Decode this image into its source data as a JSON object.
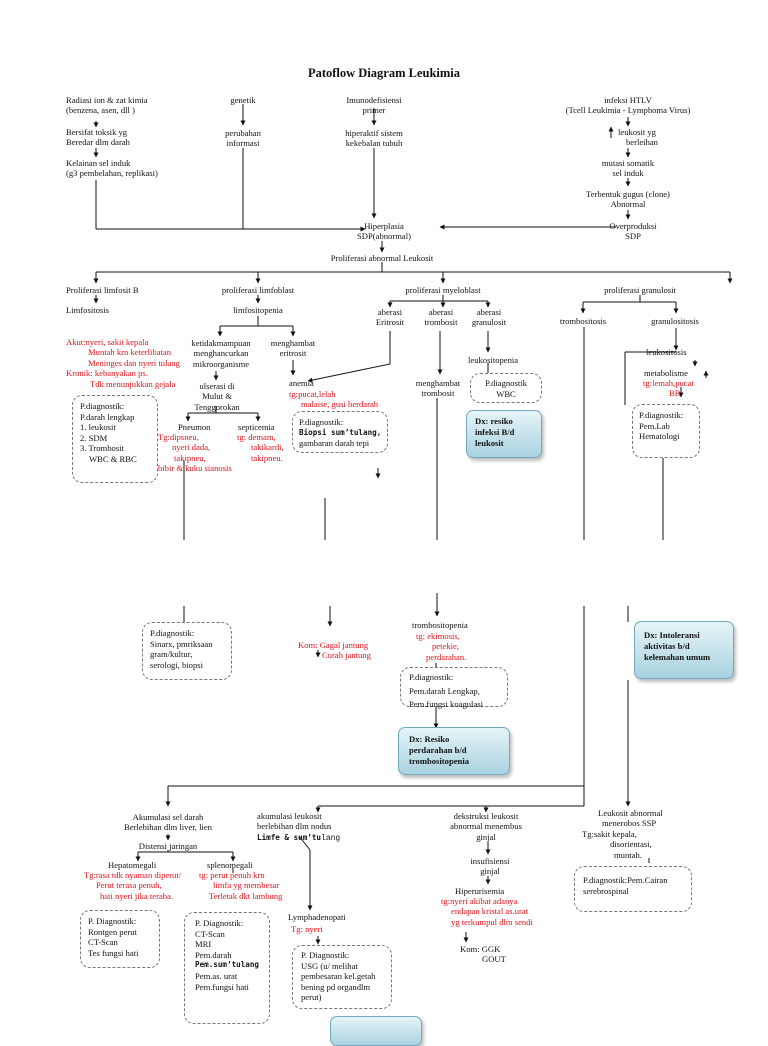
{
  "title": "Patoflow Diagram Leukimia",
  "causes": {
    "radiasi_1": "Radiasi ion & zat kimia",
    "radiasi_2": "(benzena, asen, dll )",
    "toksik_1": "Bersifat toksik yg",
    "toksik_2": "Beredar dlm darah",
    "kelainan_1": "Kelainan sel induk",
    "kelainan_2": "(g3 pembelahan, replikasi)",
    "genetik": "genetik",
    "perubahan_1": "perubahan",
    "perubahan_2": "informasi",
    "imuno_1": "Imunodefisiensi",
    "imuno_2": "primer",
    "hiperaktif_1": "hiperaktif sistem",
    "hiperaktif_2": "kekebalan tubuh",
    "htlv_1": "infeksi HTLV",
    "htlv_2": "(Tcell Leukimia - Lymphoma Virus)",
    "leuk_1": "leukosit yg",
    "leuk_2": "berleihan",
    "mutasi_1": "mutasi somatik",
    "mutasi_2": "sel induk",
    "gugus_1": "Terbentuk gugus (clone)",
    "gugus_2": "Abnormal",
    "over_1": "Overproduksi",
    "over_2": "SDP"
  },
  "center": {
    "hiper_1": "Hiperplasia",
    "hiper_2": "SDP(abnormal)",
    "prolif": "Proliferasi abnormal Leukosit"
  },
  "b": {
    "title": "Proliferasi limfosit B",
    "sub": "Limfositosis",
    "akut_1": "Akut:nyeri, sakit kepala",
    "akut_2": "Muntah krn keterlibatan",
    "akut_3": "Meninges dan nyeri tulang",
    "kronik_1": "Kronik: kebanyakan ps.",
    "kronik_2": "Tdk menunjukkan gejala",
    "pd_1": "P.diagnostik:",
    "pd_2": "P.darah lengkap",
    "pd_3": "1.   leukosit",
    "pd_4": "2.   SDM",
    "pd_5": "3.   Trombosit",
    "pd_6": "WBC & RBC"
  },
  "lb": {
    "title": "proliferasi limfoblast",
    "sub": "limfositopenia",
    "ketidak_1": "ketidakmampuan",
    "ketidak_2": "menghancurkan",
    "ketidak_3": "mikroorganisme",
    "ulser_1": "ulserasi di",
    "ulser_2": "Mulut &",
    "ulser_3": "Tenggorokan",
    "pneumon": "Pneumon",
    "pn_1": "Tg:dipsneu,",
    "pn_2": "nyeri dada,",
    "pn_3": "takipneu,",
    "pn_4": "bibir & kuku sianosis",
    "septi": "septicemia",
    "se_1": "tg: demam,",
    "se_2": "takikardi,",
    "se_3": "takipneu.",
    "menghambat_1": "menghambat",
    "menghambat_2": "eritrosit",
    "anemia": "anemia",
    "an_1": "tg:pucat,lelah",
    "an_2": "malaise, gusi berdarah",
    "an_pd_1": "P.diagnostik:",
    "an_pd_2": "Biopsi sum’tulang,",
    "an_pd_3": "gambaran darah tepi",
    "sep_pd_1": "P.diagnostik:",
    "sep_pd_2": "Sinarx, pmriksaan",
    "sep_pd_3": "gram/kultur,",
    "sep_pd_4": "serologi, biopsi",
    "kom_1": "Kom: Gagal jantung",
    "kom_2": "Curah jantung"
  },
  "my": {
    "title": "proliferasi myeloblast",
    "ab_eri_1": "aberasi",
    "ab_eri_2": "Eritrosit",
    "ab_tro_1": "aberasi",
    "ab_tro_2": "trombosit",
    "ab_gra_1": "aberasi",
    "ab_gra_2": "granulosit",
    "leukopenia": "leukositopenia",
    "wbc_1": "P.diagnostik",
    "wbc_2": "WBC",
    "dx_inf_1": "Dx: resiko",
    "dx_inf_2": "infeksi B/d",
    "dx_inf_3": "leukosit",
    "mengh_tro_1": "menghambat",
    "mengh_tro_2": "trombosit",
    "trpenia": "trombositopenia",
    "tp_1": "tg: ekimosis,",
    "tp_2": "petekie,",
    "tp_3": "perdarahan.",
    "tp_pd_1": "P.diagnostik:",
    "tp_pd_2": "Pem.darah Lengkap,",
    "tp_pd_3": "Pem.fungsi koagulasi",
    "dx_per_1": "Dx: Resiko",
    "dx_per_2": "perdarahan b/d",
    "dx_per_3": "trombositopenia"
  },
  "gr": {
    "title": "proliferasi granulosit",
    "trombositosis": "trombositosis",
    "granulositosis": "granulositosis",
    "leukositosis": "leukositosis",
    "meta": "metabolisme",
    "meta_tg_1": "tg:lemah,pucat",
    "meta_tg_2": "BB",
    "pd_1": "P.diagnostik:",
    "pd_2": "Pem.Lab",
    "pd_3": "Hematologi",
    "dx_1": "Dx: Intoleransi",
    "dx_2": "aktivitas b/d",
    "dx_3": "kelemahan umum"
  },
  "bottom": {
    "akum_1": "Akumulasi sel darah",
    "akum_2": "Berlebihan dlm liver, lien",
    "distensi": "Distensi jaringan",
    "hepato": "Hepatomegali",
    "hep_1": "Tg:rasa tdk nyaman diperut/",
    "hep_2": "Perut terasa penuh,",
    "hep_3": "hati nyeri jika teraba.",
    "hep_pd_1": "P. Diagnostik:",
    "hep_pd_2": "Rontgen perut",
    "hep_pd_3": "CT-Scan",
    "hep_pd_4": "Tes fungsi hati",
    "spleno": "splenomegali",
    "sp_1": "tg: perut penuh krn",
    "sp_2": "limfa yg membesar",
    "sp_3": "Terletak dkt lambung",
    "sp_pd_1": "P. Diagnostik:",
    "sp_pd_2": "CT-Scan",
    "sp_pd_3": "MRI",
    "sp_pd_4": "Pem.darah",
    "sp_pd_5": "Pem.sum’tulang",
    "sp_pd_6": "Pem.as. urat",
    "sp_pd_7": "Pem.fungsi hati",
    "limf_1": "akumulasi leukosit",
    "limf_2": "berlebihan dlm nodus",
    "limf_3a": "Limfe & sum’tu",
    "limf_3b": "lang",
    "lymph": "Lymphadenopati",
    "lymph_tg": "Tg: nyeri",
    "lymph_pd_1": "P. Diagnostik:",
    "lymph_pd_2": "USG (u/ melihat",
    "lymph_pd_3": "pembesaran kel.getah",
    "lymph_pd_4": "bening pd organdlm",
    "lymph_pd_5": "perut)",
    "dest_1": "dekstruksi leukosit",
    "dest_2": "abnormal menembus",
    "dest_3": "ginjal",
    "insuf_1": "insufisiensi",
    "insuf_2": "ginjal",
    "hiperur": "Hiperurisemia",
    "hu_1": "tg:nyeri akibat adanya",
    "hu_2": "endapan kristal as.urat",
    "hu_3": "yg terkumpul dlm sendi",
    "kom_1": "Kom: GGK",
    "kom_2": "GOUT",
    "ssp_1": "Leukosit abnormal",
    "ssp_2": "menerobos SSP",
    "ssp_3": "Tg:sakit kepala,",
    "ssp_4": "disorientasi,",
    "ssp_5": "muntah.",
    "ssp_pd_1": "P.diagnostik:Pem.Cairan",
    "ssp_pd_2": "serebrospinal"
  }
}
